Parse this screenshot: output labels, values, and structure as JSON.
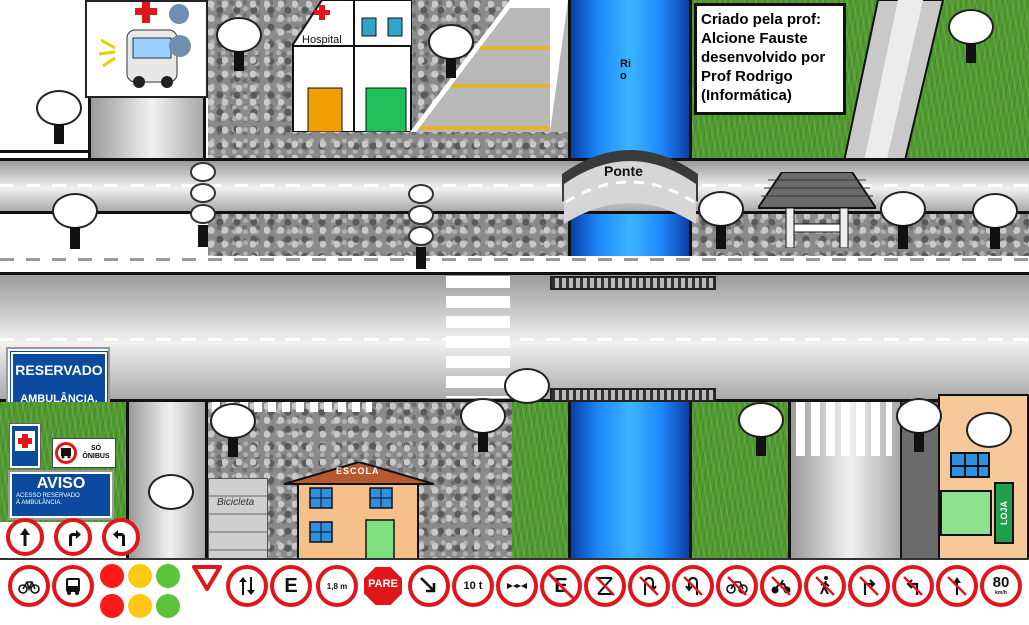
{
  "map": {
    "hospital_label": "Hospital",
    "river_label": "Rio",
    "bridge_label": "Ponte",
    "school_label": "ESCOLA",
    "bike_lane_label": "Bicicleta",
    "shop_label": "LOJA",
    "credits": "Criado pela prof:\nAlcione Fauste\ndesenvolvido por\nProf Rodrigo\n(Informática)"
  },
  "placed_signs": {
    "reservado_title": "RESERVADO",
    "reservado_sub": "AMBULÂNCIA.",
    "bus_only_label": "SÓ ÔNIBUS",
    "aviso_title": "AVISO",
    "aviso_sub": "ACESSO RESERVADO À AMBULÂNCIA."
  },
  "toolbar": {
    "left_signs": [
      {
        "icon": "arrow-up-icon"
      },
      {
        "icon": "turn-right-icon"
      },
      {
        "icon": "turn-left-icon"
      }
    ],
    "signs": [
      {
        "icon": "bicycle-icon"
      },
      {
        "icon": "bus-icon"
      },
      {
        "icon": "traffic-lights"
      },
      {
        "icon": "yield-icon"
      },
      {
        "icon": "two-way-icon"
      },
      {
        "icon": "parking-icon",
        "text": "E"
      },
      {
        "icon": "height-limit-icon",
        "text": "1,8 m"
      },
      {
        "icon": "stop-icon",
        "text": "PARE"
      },
      {
        "icon": "diagonal-arrow-icon"
      },
      {
        "icon": "weight-limit-icon",
        "text": "10 t"
      },
      {
        "icon": "no-overtaking-icon"
      },
      {
        "icon": "no-parking-icon",
        "text": "E"
      },
      {
        "icon": "no-stopping-icon"
      },
      {
        "icon": "no-u-turn-icon"
      },
      {
        "icon": "no-u-turn-right-icon"
      },
      {
        "icon": "no-bicycles-icon"
      },
      {
        "icon": "no-motorcycles-icon"
      },
      {
        "icon": "no-pedestrians-icon"
      },
      {
        "icon": "no-right-turn-icon"
      },
      {
        "icon": "no-left-turn-icon"
      },
      {
        "icon": "no-straight-icon"
      },
      {
        "icon": "speed-limit-icon",
        "text": "80",
        "unit": "km/h"
      }
    ],
    "light_colors": {
      "red": "#ff1a1a",
      "yellow": "#ffc814",
      "green": "#5cc43a"
    }
  },
  "colors": {
    "sign_red": "#e0161b",
    "sign_blue": "#0b4a9e",
    "river": "#1f8cff",
    "grass": "#4f9a2e"
  }
}
